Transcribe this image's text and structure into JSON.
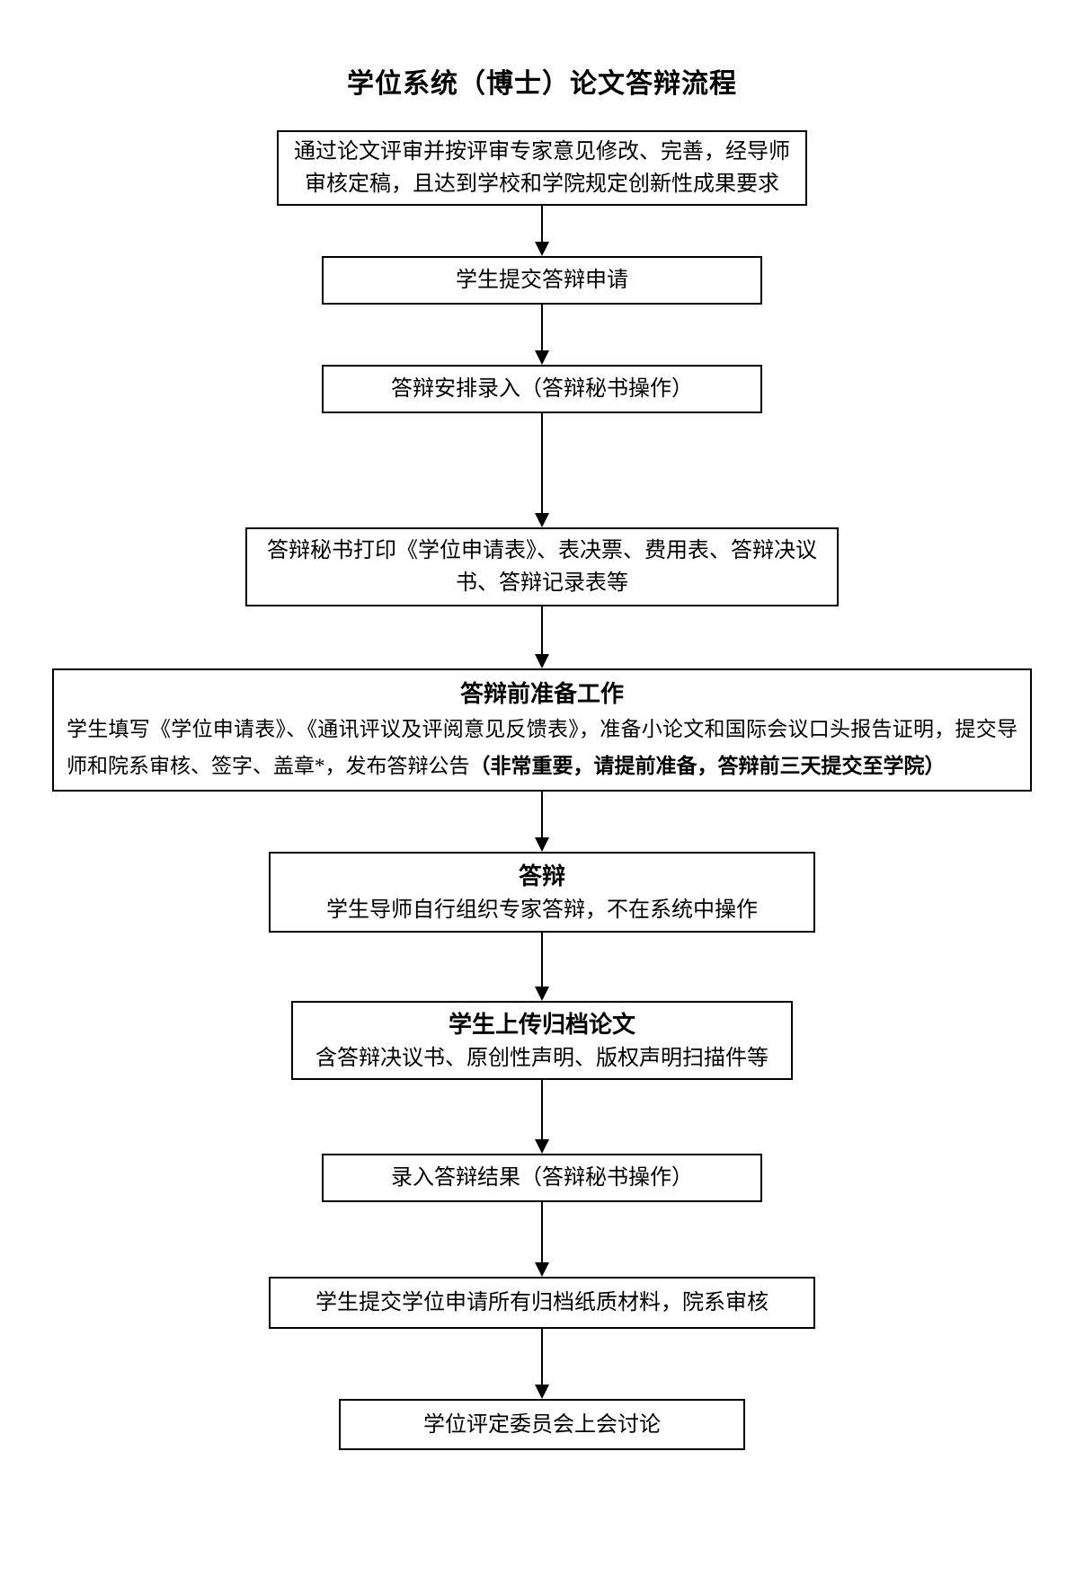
{
  "title": "学位系统（博士）论文答辩流程",
  "steps": {
    "s1": {
      "text": "通过论文评审并按评审专家意见修改、完善，经导师审核定稿，且达到学校和学院规定创新性成果要求"
    },
    "s2": {
      "text": "学生提交答辩申请"
    },
    "s3": {
      "text": "答辩安排录入（答辩秘书操作）"
    },
    "s4": {
      "text": "答辩秘书打印《学位申请表》、表决票、费用表、答辩决议书、答辩记录表等"
    },
    "s5": {
      "title": "答辩前准备工作",
      "body": "学生填写《学位申请表》、《通讯评议及评阅意见反馈表》，准备小论文和国际会议口头报告证明，提交导师和院系审核、签字、盖章*，发布答辩公告",
      "body_bold": "（非常重要，请提前准备，答辩前三天提交至学院）"
    },
    "s6": {
      "title": "答辩",
      "body": "学生导师自行组织专家答辩，不在系统中操作"
    },
    "s7": {
      "title": "学生上传归档论文",
      "body": "含答辩决议书、原创性声明、版权声明扫描件等"
    },
    "s8": {
      "text": "录入答辩结果（答辩秘书操作）"
    },
    "s9": {
      "text": "学生提交学位申请所有归档纸质材料，院系审核"
    },
    "s10": {
      "text": "学位评定委员会上会讨论"
    }
  }
}
